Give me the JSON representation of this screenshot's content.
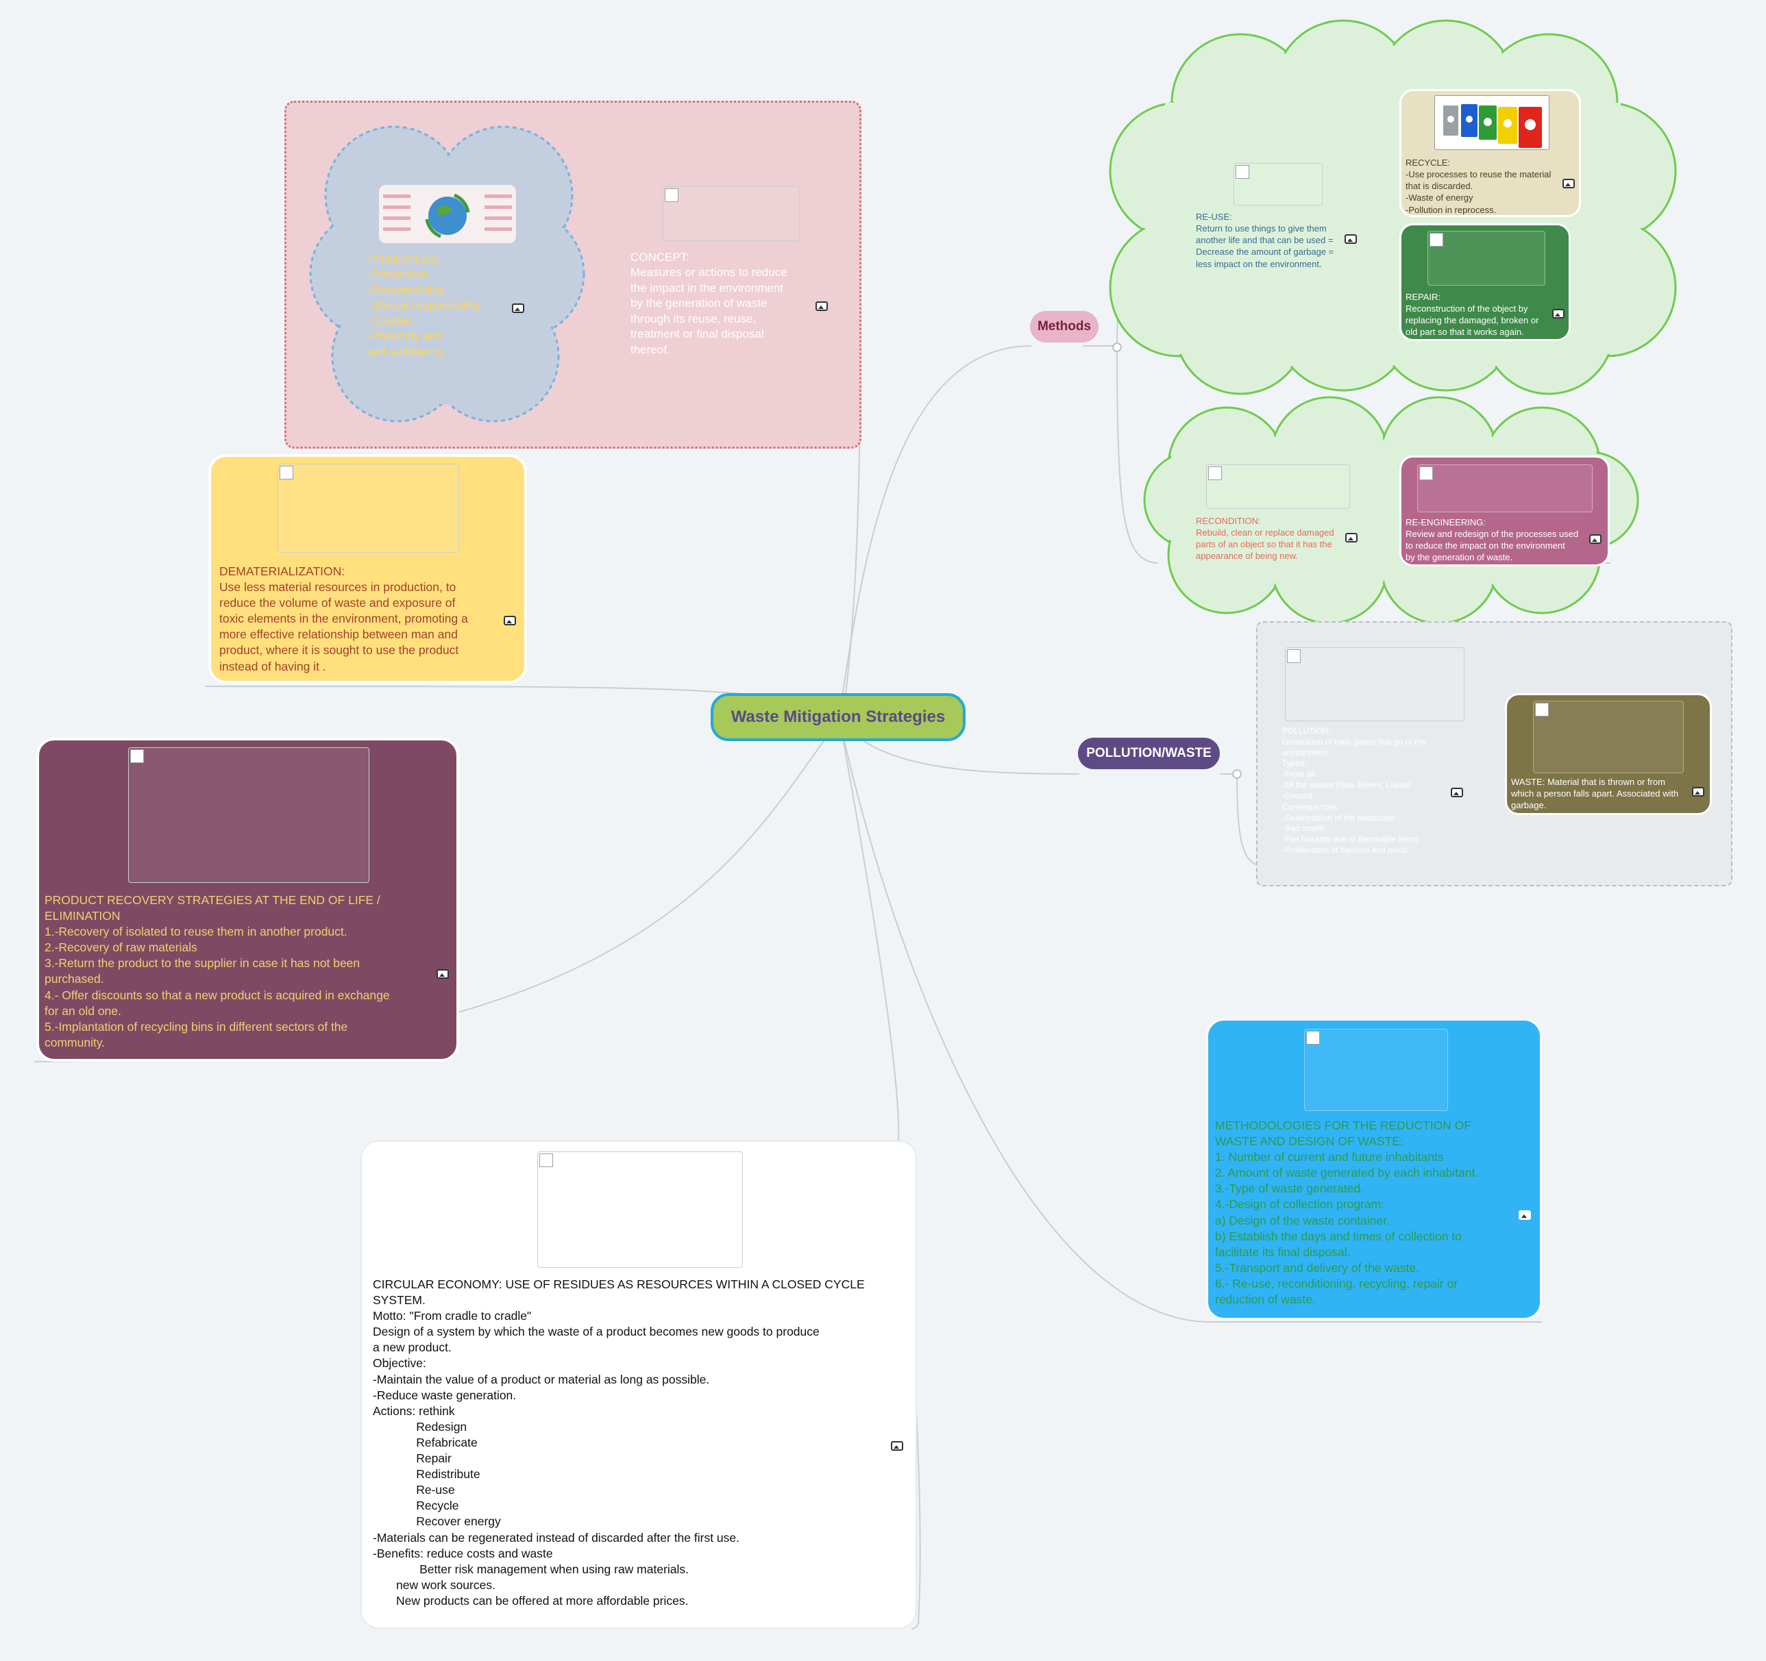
{
  "central": {
    "title": "Waste Mitigation Strategies"
  },
  "branches": {
    "methods": "Methods",
    "pollution": "POLLUTION/WASTE"
  },
  "nodes": {
    "principles": "PRINCIPLES:\n-Prevention.\n-Responsibility.\n-Shared responsibility.\n-Caution.\n-Proximity and\nself-sufficiency",
    "concept": "CONCEPT:\nMeasures or actions to reduce\nthe impact in the environment\nby the generation of waste\nthrough its reuse, reuse,\ntreatment or final disposal\nthereof.",
    "dematerialization": "DEMATERIALIZATION:\nUse less material resources in production, to\nreduce the volume of waste and exposure of\ntoxic elements in the environment, promoting a\nmore effective relationship between man and\nproduct, where it is sought to use the product\ninstead of having it .",
    "product_recovery": "PRODUCT RECOVERY STRATEGIES AT THE END OF LIFE /\nELIMINATION\n1.-Recovery of isolated to reuse them in another product.\n2.-Recovery of raw materials\n3.-Return the product to the supplier in case it has not been\npurchased.\n4.- Offer discounts so that a new product is acquired in exchange\nfor an old one.\n5.-Implantation of recycling bins in different sectors of the\ncommunity.",
    "circular_economy": "CIRCULAR ECONOMY: USE OF RESIDUES AS RESOURCES WITHIN A CLOSED CYCLE\nSYSTEM.\nMotto: \"From cradle to cradle\"\nDesign of a system by which the waste of a product becomes new goods to produce\na new product.\nObjective:\n-Maintain the value of a product or material as long as possible.\n-Reduce waste generation.\nActions: rethink\n             Redesign\n             Refabricate\n             Repair\n             Redistribute\n             Re-use\n             Recycle\n             Recover energy\n-Materials can be regenerated instead of discarded after the first use.\n-Benefits: reduce costs and waste\n              Better risk management when using raw materials.\n       new work sources.\n       New products can be offered at more affordable prices.",
    "reuse": "RE-USE:\nReturn to use things to give them\nanother life and that can be used =\nDecrease the amount of garbage =\nless impact on the environment.",
    "recycle": "RECYCLE:\n-Use processes to reuse the material\nthat is discarded.\n-Waste of energy\n-Pollution in reprocess.",
    "repair": "REPAIR:\nReconstruction of the object by\nreplacing the damaged, broken or\nold part so that it works again.",
    "recondition": "RECONDITION:\nRebuild, clean or replace damaged\nparts of an object so that it has the\nappearance of being new.",
    "reengineering": "RE-ENGINEERING:\nReview and redesign of the processes used\nto reduce the impact on the environment\nby the generation of waste.",
    "pollution_text": "POLLUTION:\nGeneration of toxic gases that go to the\nenvironment\nTypes:\n-From air\n-Of the waters (Sea, Rivers, Lakes)\n-Ground\nConsequences:\n-Deterioration of the landscape\n-Bad smells\n-Fire hazards due to flammable items\n-Proliferation of bacteria and pests",
    "waste": "WASTE: Material that is thrown or from\nwhich a person falls apart. Associated with\ngarbage.",
    "methodologies": "METHODOLOGIES FOR THE REDUCTION OF\nWASTE AND DESIGN OF WASTE:\n1. Number of current and future inhabitants\n2. Amount of waste generated by each inhabitant.\n3.-Type of waste generated.\n4.-Design of collection program:\na) Design of the waste container.\nb) Establish the days and times of collection to\nfacilitate its final disposal.\n5.-Transport and delivery of the waste.\n6.- Re-use, reconditioning, recycling, repair or\nreduction of waste."
  },
  "colors": {
    "background": "#f0f4f7",
    "central_fill": "#a6c95a",
    "central_border": "#24a8d8",
    "central_text": "#5b4a86",
    "methods_pill": "#e8b4c8",
    "methods_text": "#7a1f3a",
    "pollution_pill": "#5e4a84",
    "concept_frame": "#eecfd3",
    "principles_cloud": "#c3cfdf",
    "green_cloud": "#ddf1da",
    "dematerialization": "#ffe07d",
    "product_recovery": "#7e4a63",
    "methodologies": "#30b4f6",
    "recycle": "#e8e0c2",
    "repair": "#3f8a4a",
    "reengineering": "#b5678b",
    "waste": "#7d7448",
    "pollution_frame": "#e8ebee"
  }
}
